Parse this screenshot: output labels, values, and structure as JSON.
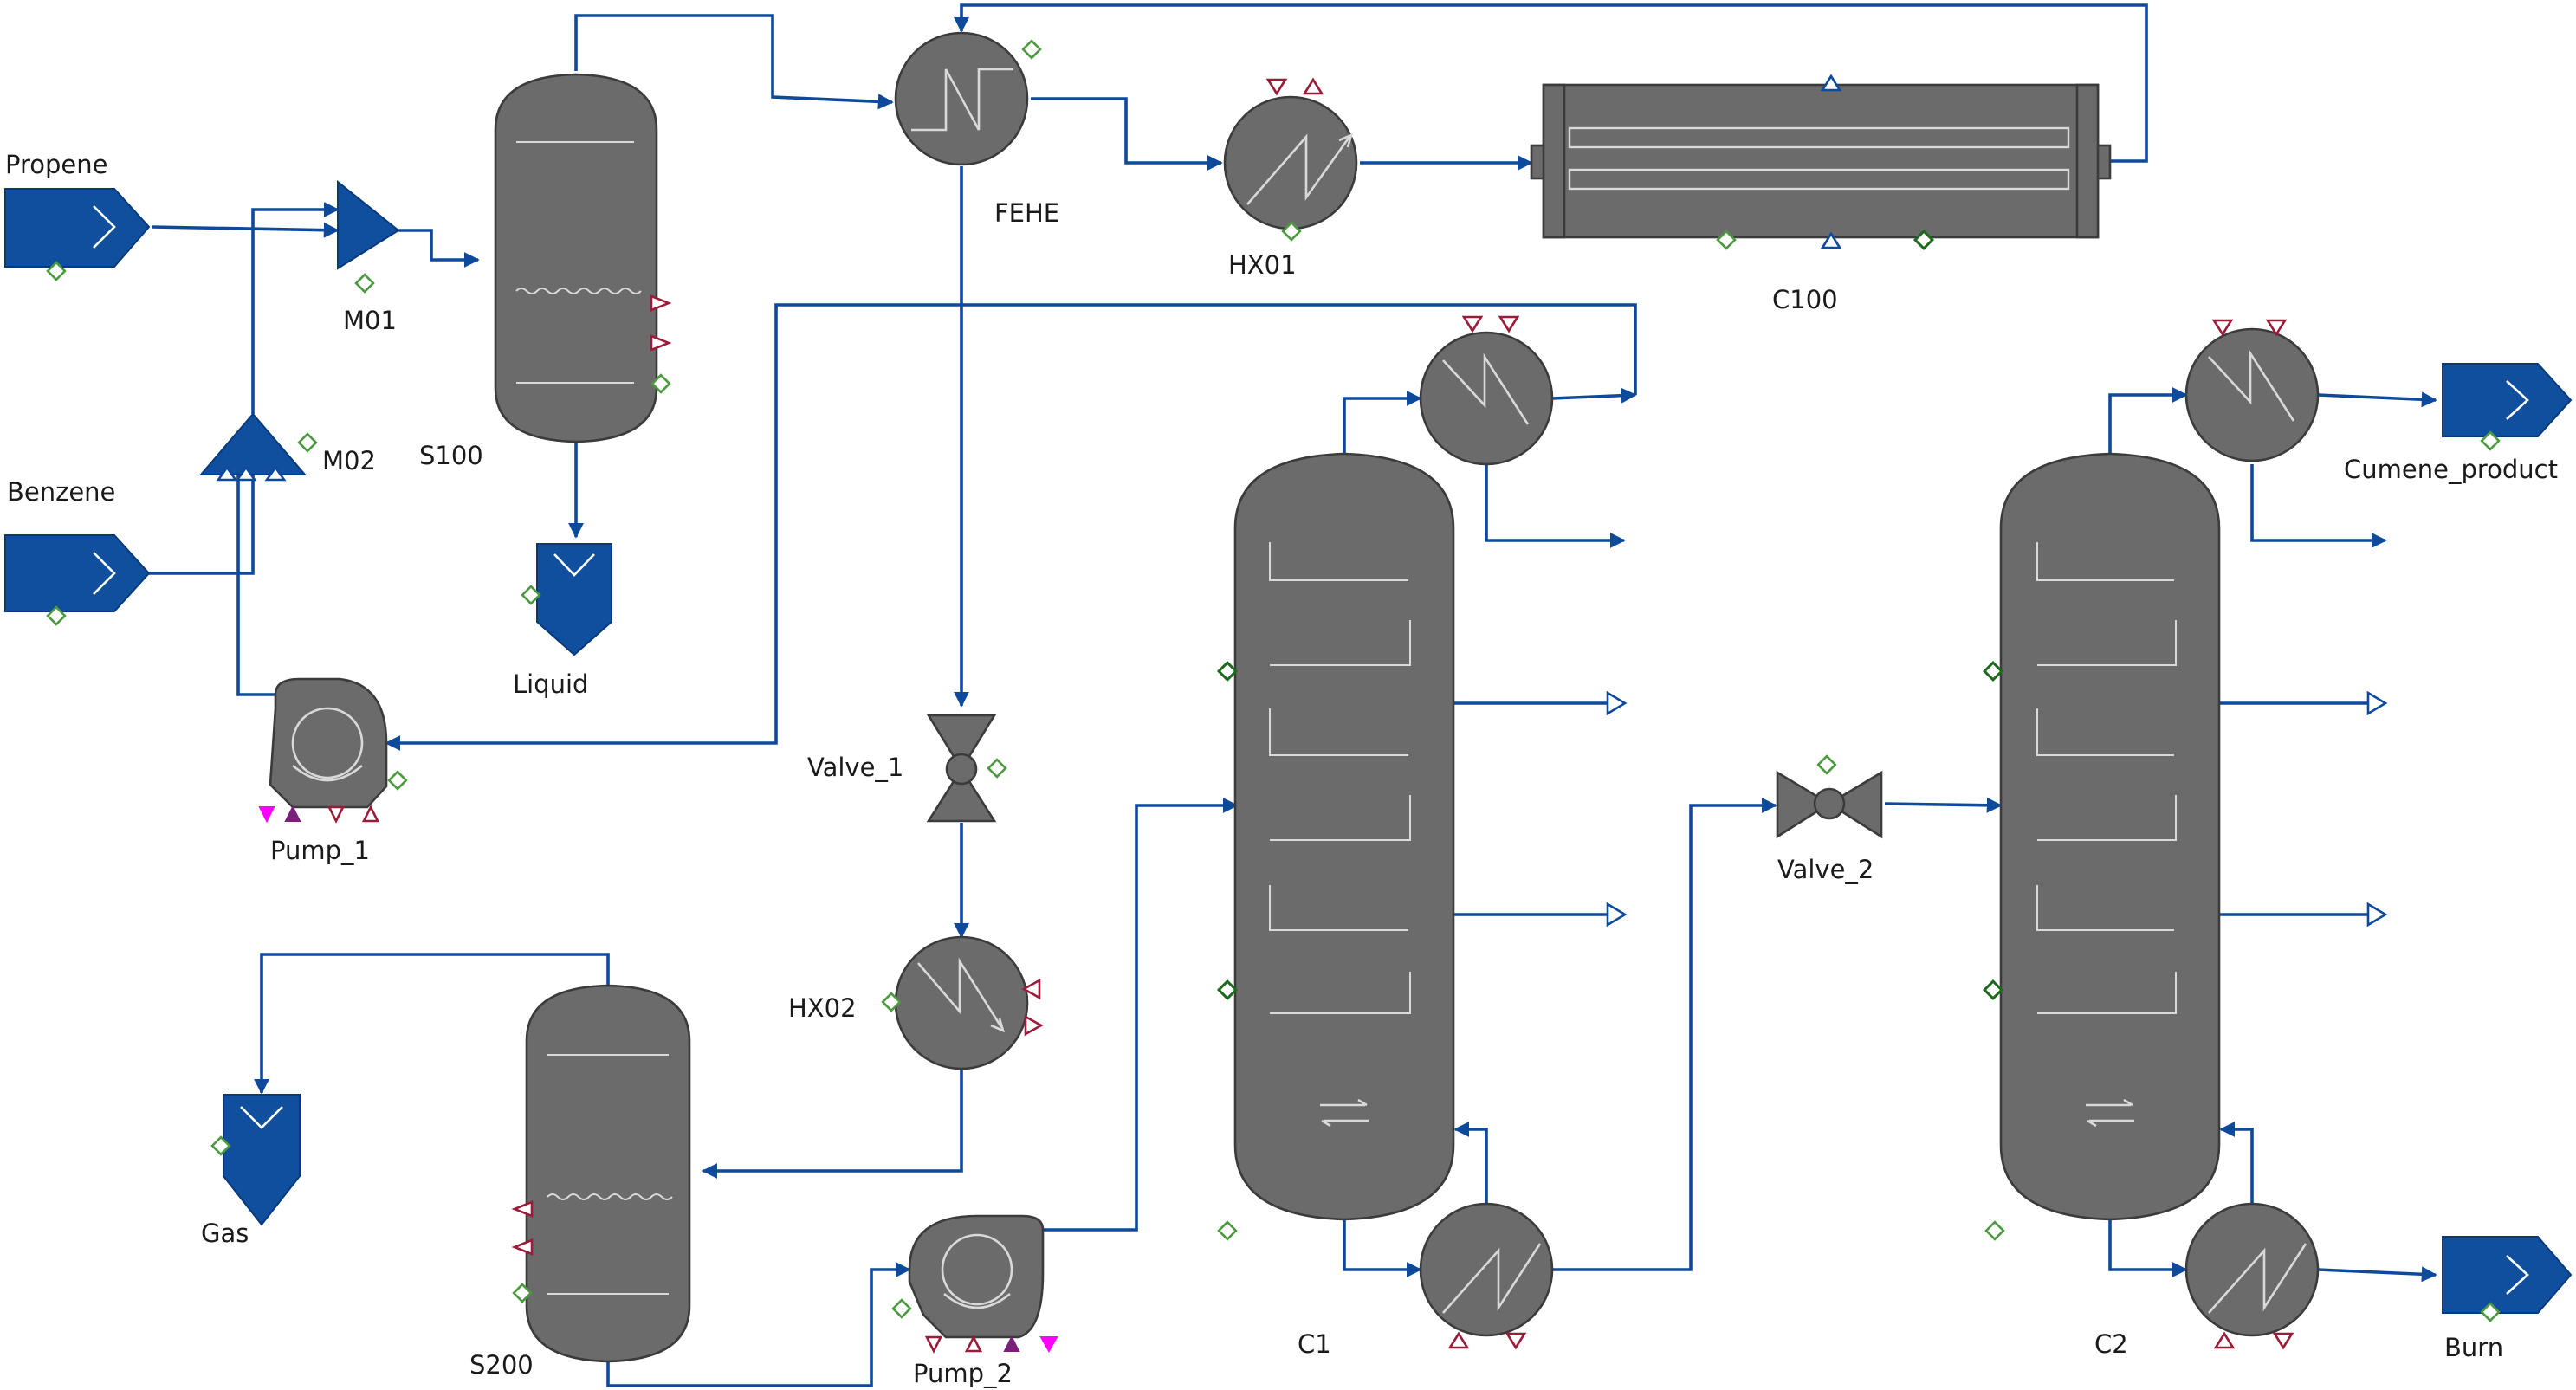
{
  "diagram": {
    "labels": {
      "propene": "Propene",
      "benzene": "Benzene",
      "m01": "M01",
      "m02": "M02",
      "s100": "S100",
      "liquid": "Liquid",
      "pump_1": "Pump_1",
      "fehe": "FEHE",
      "hx01": "HX01",
      "c100": "C100",
      "valve_1": "Valve_1",
      "hx02": "HX02",
      "gas": "Gas",
      "s200": "S200",
      "pump_2": "Pump_2",
      "c1": "C1",
      "valve_2": "Valve_2",
      "c2": "C2",
      "cumene_product": "Cumene_product",
      "burn": "Burn"
    },
    "colors": {
      "stream": "#0e4a9c",
      "equipment": "#6b6b6b",
      "feed_product": "#0f4f9e",
      "energy_port": "#4c9a3f",
      "inlet_port": "#9b1b38",
      "pump_accent_magenta": "#ff00ff",
      "pump_accent_purple": "#7a1f7a"
    }
  }
}
